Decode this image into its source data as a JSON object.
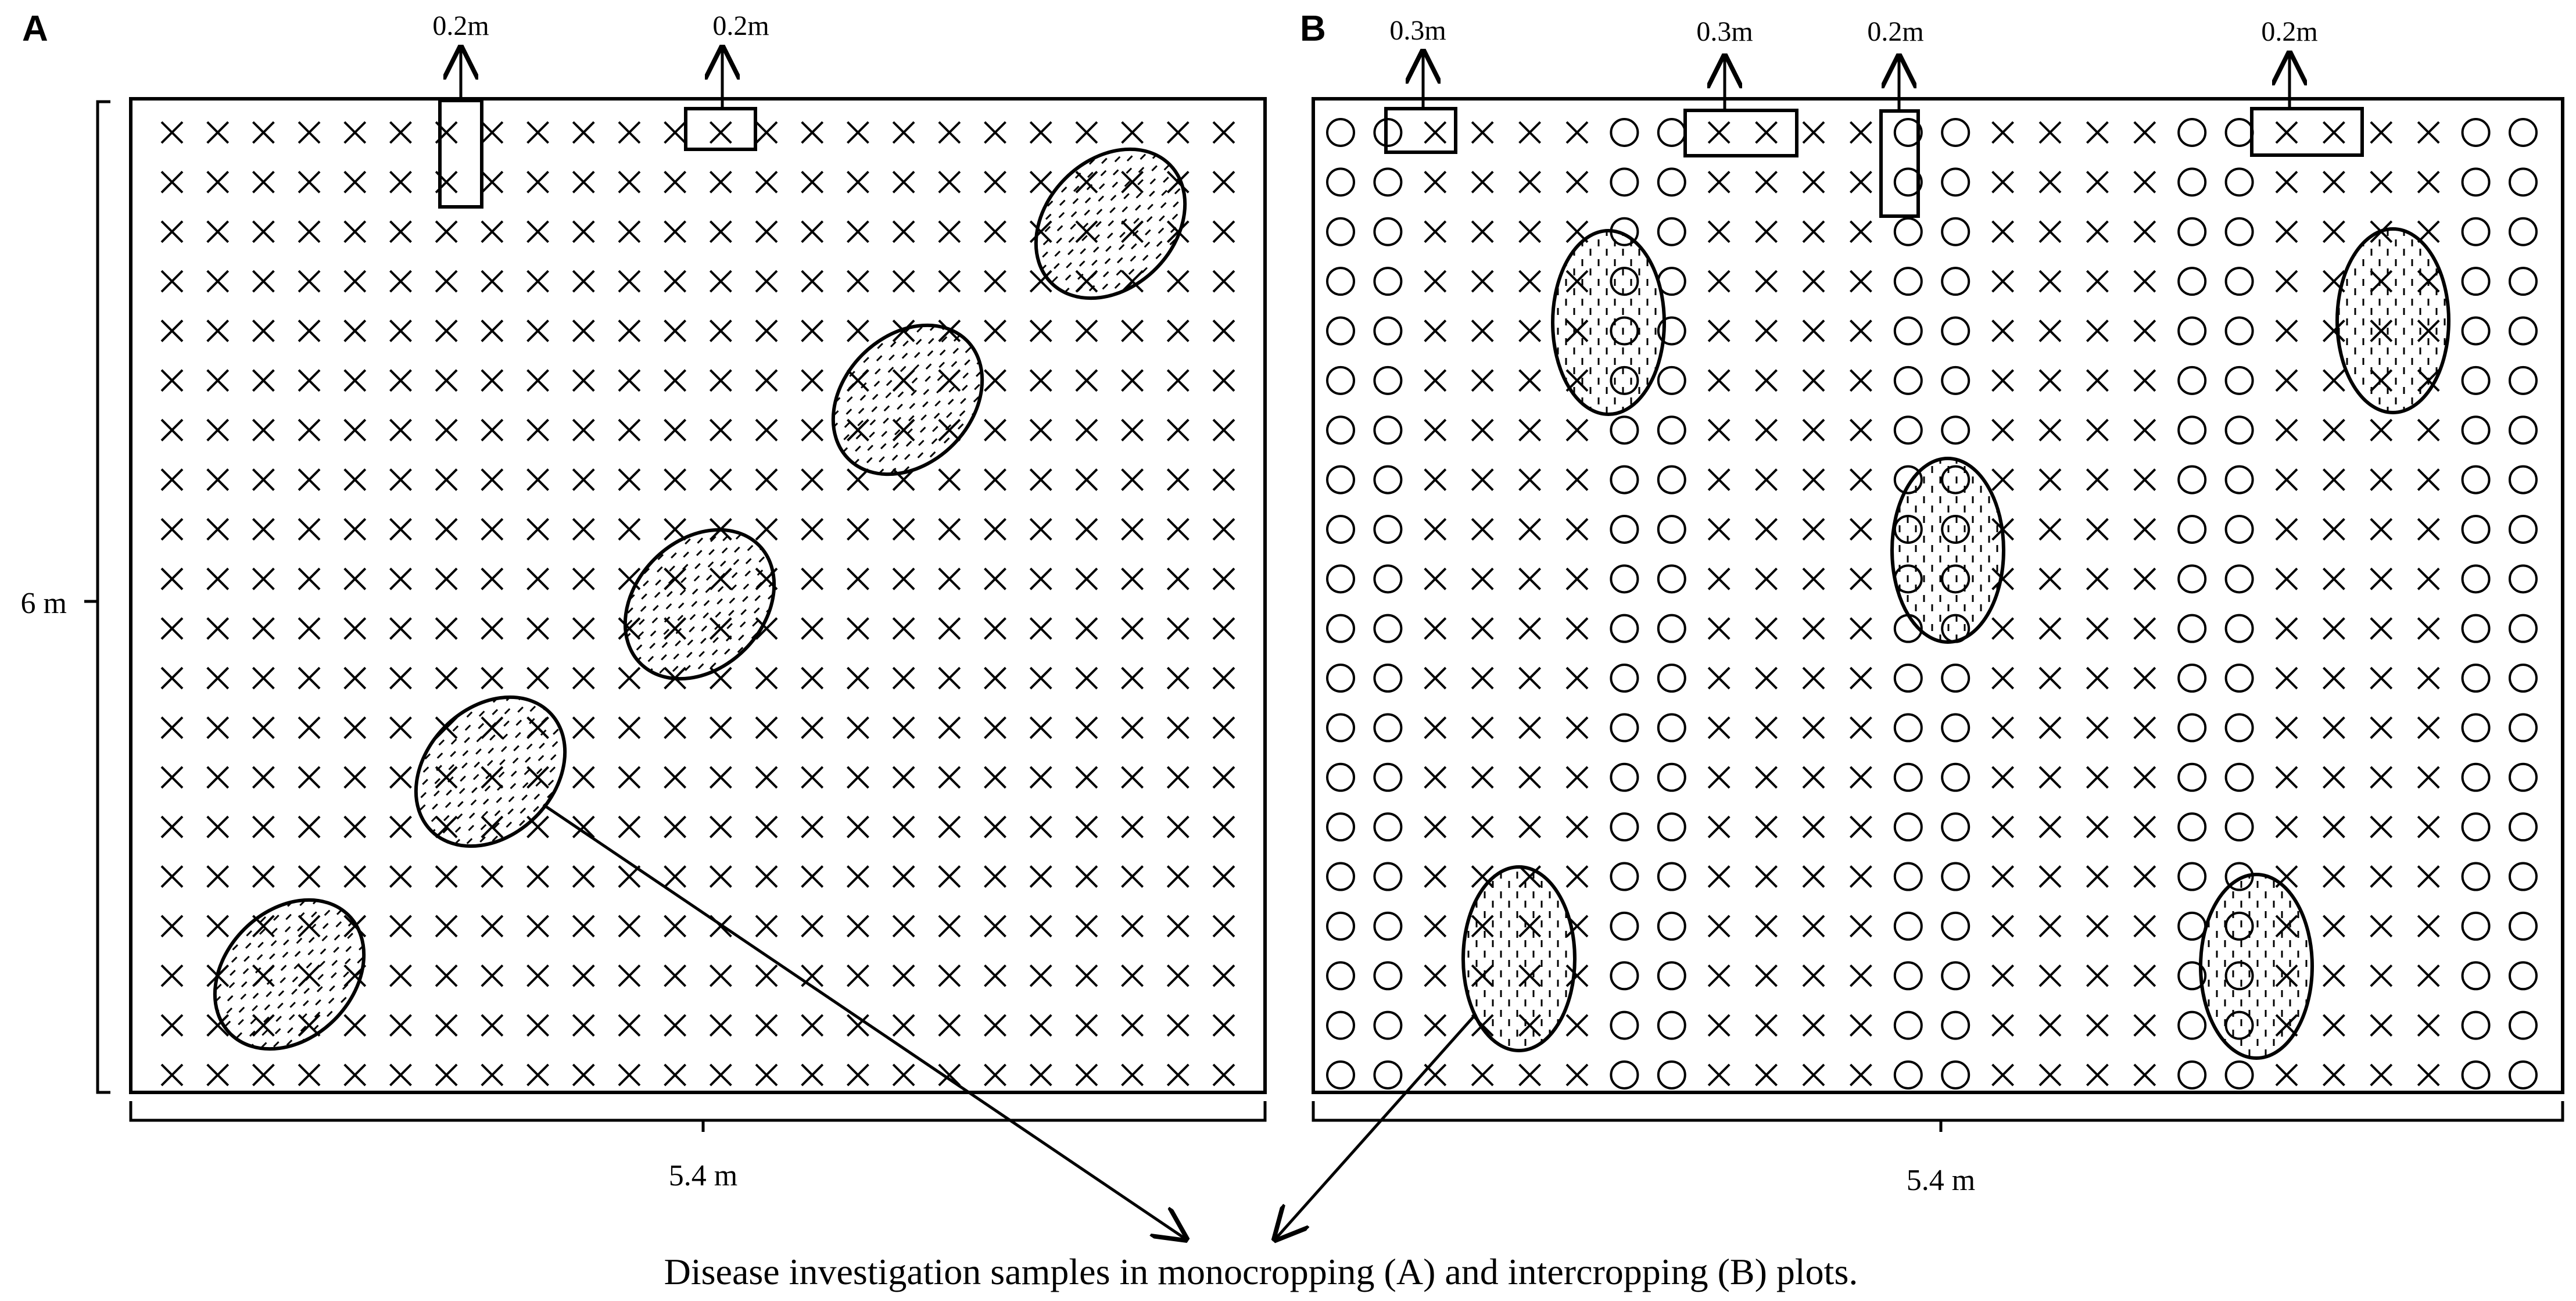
{
  "panels": [
    {
      "letter": "A",
      "height_label": "6 m",
      "width_label": "5.4 m",
      "spacing_labels": [
        "0.2m",
        "0.2m"
      ]
    },
    {
      "letter": "B",
      "width_label": "5.4 m",
      "spacing_labels": [
        "0.3m",
        "0.3m",
        "0.2m",
        "0.2m"
      ]
    }
  ],
  "caption": "Disease investigation samples in monocropping (A) and intercropping (B) plots.",
  "colors": {
    "ink": "#000000",
    "background": "#ffffff"
  },
  "icons": {
    "cross_plant": "x-mark-icon",
    "circle_plant": "circle-icon",
    "disease_sample": "hatched-ellipse"
  },
  "grid": {
    "monocrop_columns": 24,
    "intercrop_row_pattern": "OOXXXXOOXXXXOOXXXXOOXXXXOO",
    "rows": 20
  }
}
